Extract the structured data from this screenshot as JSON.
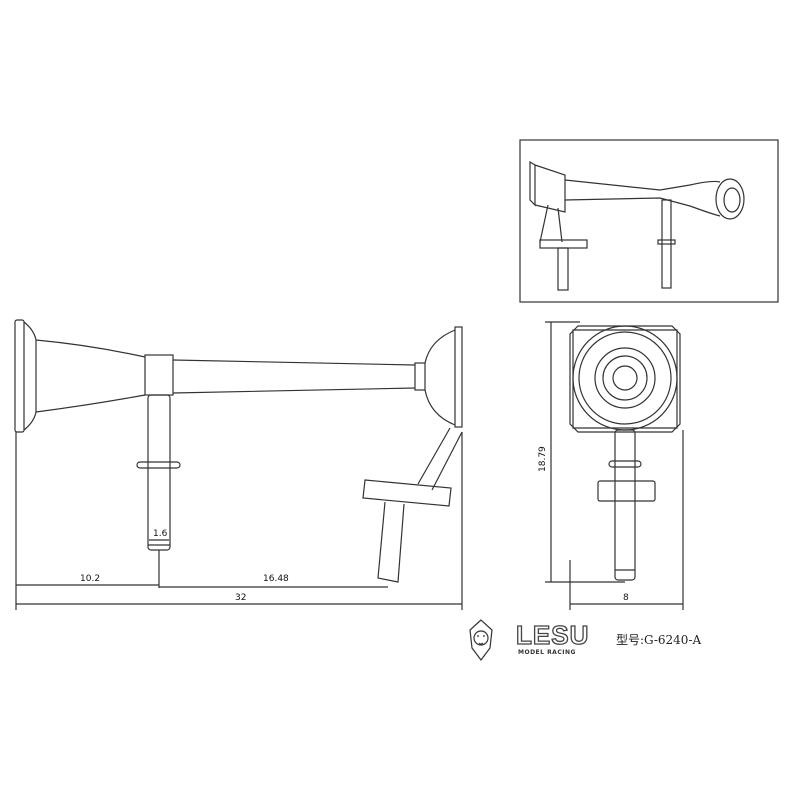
{
  "dimensions": {
    "post_diameter": "1.6",
    "left_to_post": "10.2",
    "post_to_bracket": "16.48",
    "overall_length": "32",
    "height": "18.79",
    "width": "8"
  },
  "brand": {
    "name": "LESU",
    "tagline": "MODEL RACING",
    "model_number": "型号:G-6240-A"
  }
}
